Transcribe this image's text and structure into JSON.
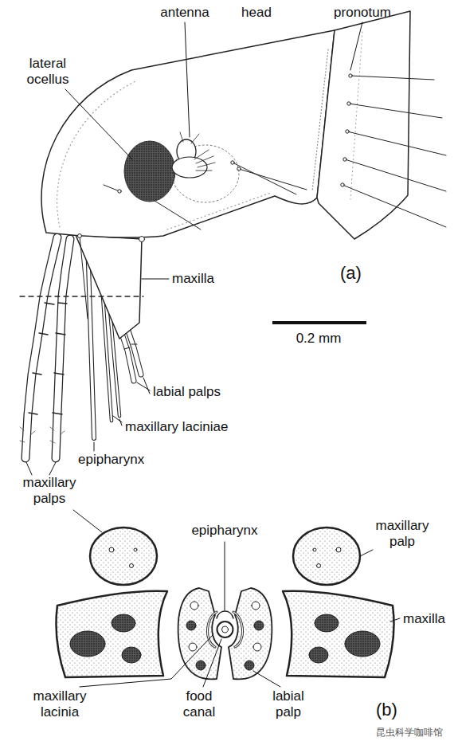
{
  "diagram": {
    "labels": [
      "antenna",
      "head",
      "pronotum",
      "lateral ocellus",
      "maxilla",
      "(a)",
      "0.2 mm",
      "labial palps",
      "maxillary laciniae",
      "epipharynx",
      "maxillary palps",
      "epipharynx",
      "maxillary palp",
      "maxilla",
      "maxillary lacinia",
      "food canal",
      "labial palp",
      "(b)",
      "昆虫科学咖啡馆"
    ]
  }
}
